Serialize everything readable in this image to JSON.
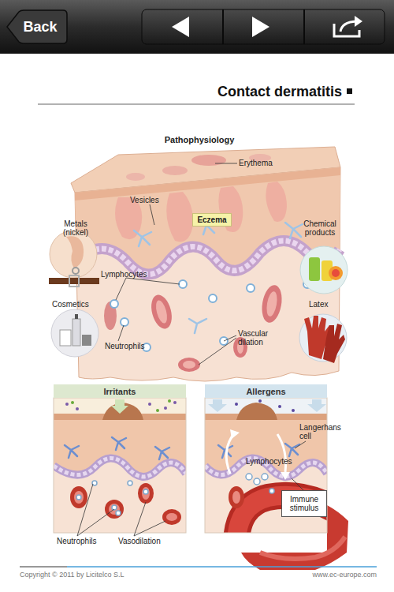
{
  "diagram": {
    "title": "Contact dermatitis",
    "nodes": [
      {
        "text": [
          "Back"
        ]
      },
      {
        "text": [
          "Eczema"
        ]
      },
      {
        "text": [
          "Irritants"
        ]
      },
      {
        "text": [
          "Allergens"
        ]
      },
      {
        "text": [
          "Immune stimulus"
        ]
      }
    ],
    "labels": [
      "Pathophysiology",
      "Erythema",
      "Vesicles",
      "Metals (nickel)",
      "Chemical products",
      "Lymphocytes",
      "Cosmetics",
      "Latex",
      "Neutrophils",
      "Vascular dilation",
      "Langerhans cell",
      "Lymphocytes",
      "Neutrophils",
      "Vasodilation",
      "Copyright © 2011 by Licitelco S.L",
      "www.ec-europe.com"
    ]
  }
}
